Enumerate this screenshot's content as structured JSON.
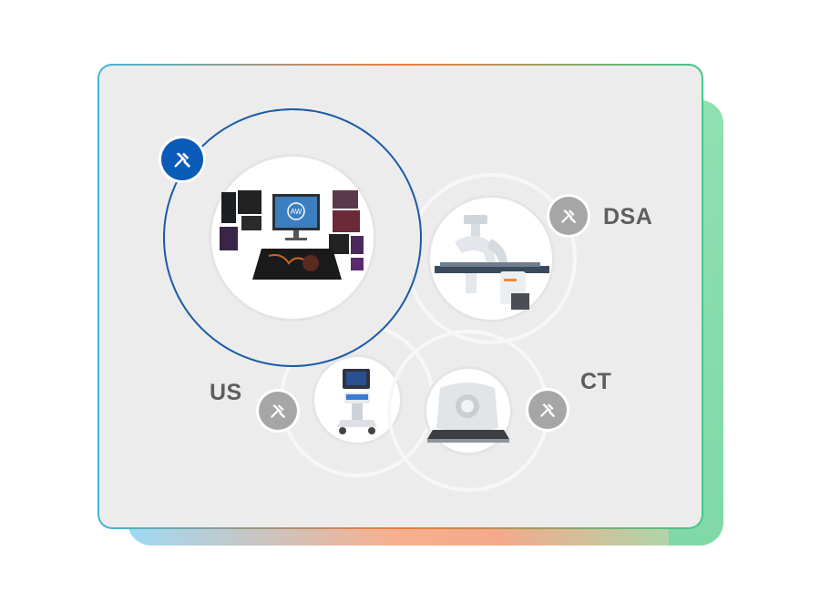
{
  "modalities": [
    {
      "key": "dsa",
      "label": "DSA"
    },
    {
      "key": "us",
      "label": "US"
    },
    {
      "key": "ct",
      "label": "CT"
    }
  ],
  "workstation": {
    "screen_text": "AW"
  },
  "icons": {
    "tool": "wrench-screwdriver-icon"
  },
  "colors": {
    "accent": "#0b5bb8",
    "inactive_badge": "#a6a6a6",
    "card_bg": "#ececec"
  }
}
